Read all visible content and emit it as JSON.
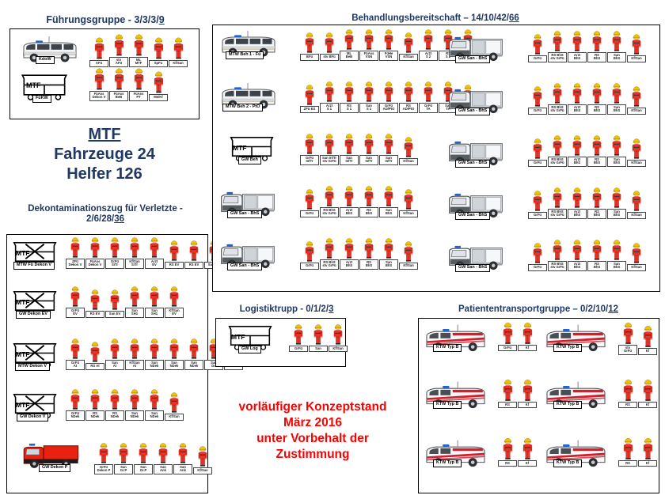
{
  "sections": {
    "fuehrungsgruppe": {
      "title": "Führungsgruppe - 3/3/3/9",
      "title_plain": "Führungsgruppe - 3/3/3/",
      "title_underlined": "9",
      "rows": [
        {
          "vehicle": "KdoW",
          "vehicle_type": "van",
          "people": [
            "AFü",
            "stv\nAFü",
            "ML\nMTF",
            "SpFu",
            "Kf/San"
          ]
        },
        {
          "vehicle": "FüKW",
          "vehicle_type": "mtf",
          "people": [
            "FüAss\nDekon V",
            "FüAss\nBeB",
            "FüAss\nPT",
            "Me/Kf"
          ]
        }
      ]
    },
    "behandlungsbereitschaft": {
      "title": "Behandlungsbereitschaft – 14/10/42/66",
      "title_plain": "Behandlungsbereitschaft – 14/10/42/",
      "title_underlined": "66",
      "left_rows": [
        {
          "vehicle": "MTW Beh 1 - Fü",
          "vehicle_type": "van",
          "people": [
            "BFü",
            "stv BFü",
            "ML\nBeB",
            "FüAss\nVSN",
            "FüHe\nVSN",
            "Kf/San",
            "Arzt\nS 2",
            "RS\nS 2",
            "San\nS 2"
          ]
        },
        {
          "vehicle": "MTW  Beh 2 - PtO",
          "vehicle_type": "van",
          "people": [
            "ZFü ES",
            "Arzt\nS 1",
            "RS\nS 1",
            "San\nS 1",
            "GrFü\nAD/PtO",
            "RS\nAD/PtO",
            "GrFü\nTA",
            "San\nTA",
            "Kf/RS"
          ]
        },
        {
          "vehicle": "GW Beh",
          "vehicle_type": "mtf",
          "people": [
            "GrFü\nInfTr",
            "San InfTr\nstv GrFü",
            "San\nInfTr",
            "San\nInfTr",
            "San\nInfTr",
            "Kf/San"
          ]
        },
        {
          "vehicle": "GW San - BhS",
          "vehicle_type": "truck",
          "people": [
            "GrFü",
            "RS BhS\nstv GrFü",
            "Arzt\nBhS",
            "RS\nBhS",
            "San\nBhS",
            "Kf/San"
          ]
        },
        {
          "vehicle": "GW San - BhS",
          "vehicle_type": "truck",
          "people": [
            "GrFü",
            "RS BhS\nstv GrFü",
            "Arzt\nBhS",
            "RS\nBhS",
            "San\nBhS",
            "Kf/San"
          ]
        }
      ],
      "right_rows": [
        {
          "vehicle": "GW San - BhS",
          "vehicle_type": "truck",
          "people": [
            "GrFü",
            "RS BhS\nstv GrFü",
            "Arzt\nBhS",
            "RS\nBhS",
            "San\nBhS",
            "Kf/San"
          ]
        },
        {
          "vehicle": "GW San - BhS",
          "vehicle_type": "truck",
          "people": [
            "GrFü",
            "RS BhS\nstv GrFü",
            "Arzt\nBhS",
            "RS\nBhS",
            "San\nBhS",
            "Kf/San"
          ]
        },
        {
          "vehicle": "GW San - BhS",
          "vehicle_type": "truck",
          "people": [
            "GrFü",
            "RS BhS\nstv GrFü",
            "Arzt\nBhS",
            "RS\nBhS",
            "San\nBhS",
            "Kf/San"
          ]
        },
        {
          "vehicle": "GW San - BhS",
          "vehicle_type": "truck",
          "people": [
            "GrFü",
            "RS BhS\nstv GrFü",
            "Arzt\nBhS",
            "RS\nBhS",
            "San\nBhS",
            "Kf/San"
          ]
        },
        {
          "vehicle": "GW San - BhS",
          "vehicle_type": "truck",
          "people": [
            "GrFü",
            "RS BhS\nstv GrFü",
            "Arzt\nBhS",
            "RS\nBhS",
            "San\nBhS",
            "Kf/San"
          ]
        }
      ]
    },
    "dekontaminationszug": {
      "title": "Dekontaminationszug für Verletzte - 2/6/28/36",
      "title_line1": "Dekontaminationszug für Verletzte -",
      "title_line2_plain": "2/6/28/",
      "title_underlined": "36",
      "rows": [
        {
          "vehicle": "MTW Fü Dekon V",
          "vehicle_type": "mtf-x",
          "people": [
            "ZFü\nDekon V",
            "FüAss\nDekon V",
            "GrFü\nSiTr",
            "Kf/San\nSiTr",
            "Arzt\nEV",
            "RS EV",
            "RS EV",
            "San EV",
            "San\nEV"
          ]
        },
        {
          "vehicle": "GW Dekon EV",
          "vehicle_type": "mtf-x",
          "people": [
            "GrFü\nEV",
            "RS EV",
            "San EV",
            "San\nSH1",
            "San\nSH1",
            "Kf/San\nEV"
          ]
        },
        {
          "vehicle": "MTW Dekon V",
          "vehicle_type": "mtf-x",
          "people": [
            "GrFü\nAt",
            "RS At",
            "San\nAt",
            "Kf/San\nAt",
            "San\nNDek",
            "San\nNDek",
            "San\nNDek",
            "San\nDu",
            "San\nDu"
          ]
        },
        {
          "vehicle": "GW Dekon V",
          "vehicle_type": "mtf-x",
          "people": [
            "GrFü\nNDek",
            "RS\nNDek",
            "RS\nNDek",
            "San\nNDek",
            "San\nNDek",
            "Kf/San"
          ]
        },
        {
          "vehicle": "GW Dekon P",
          "vehicle_type": "redtruck",
          "people": [
            "GrFü\nDekon P",
            "San\nGr.P",
            "San\nGr.P",
            "San\nAnk",
            "San\nAnk",
            "Kf/San"
          ]
        }
      ]
    },
    "logistiktrupp": {
      "title": "Logistiktrupp - 0/1/2/3",
      "title_plain": "Logistiktrupp - 0/1/2/",
      "title_underlined": "3",
      "rows": [
        {
          "vehicle": "GW Log",
          "vehicle_type": "mtf",
          "people": [
            "GrFü",
            "San",
            "Kf/San"
          ]
        }
      ]
    },
    "patiententransportgruppe": {
      "title": "Patiententransportgruppe – 0/2/10/12",
      "title_plain": "Patiententransportgruppe – 0/2/10/",
      "title_underlined": "12",
      "rows": [
        {
          "vehicle": "KTW Typ B",
          "vehicle_type": "ktw",
          "people": [
            "GrFü",
            "Kf"
          ]
        },
        {
          "vehicle": "KTW Typ B",
          "vehicle_type": "ktw",
          "people": [
            "stv\nGrFü",
            "Kf"
          ]
        },
        {
          "vehicle": "KTW Typ B",
          "vehicle_type": "ktw",
          "people": [
            "RS",
            "Kf"
          ]
        },
        {
          "vehicle": "KTW Typ B",
          "vehicle_type": "ktw",
          "people": [
            "RS",
            "Kf"
          ]
        },
        {
          "vehicle": "KTW Typ B",
          "vehicle_type": "ktw",
          "people": [
            "RS",
            "Kf"
          ]
        },
        {
          "vehicle": "KTW Typ B",
          "vehicle_type": "ktw",
          "people": [
            "RS",
            "Kf"
          ]
        }
      ]
    }
  },
  "summary": {
    "line1": "MTF",
    "line2": "Fahrzeuge 24",
    "line3": "Helfer 126"
  },
  "disclaimer": {
    "line1": "vorläufiger Konzeptstand",
    "line2": "März 2016",
    "line3": "unter Vorbehalt der",
    "line4": "Zustimmung"
  },
  "colors": {
    "heading_blue": "#1f3864",
    "disclaimer_red": "#ff0000",
    "uniform_red": "#ef3124",
    "helmet_yellow": "#f2c200",
    "truck_red": "#e8220f"
  }
}
